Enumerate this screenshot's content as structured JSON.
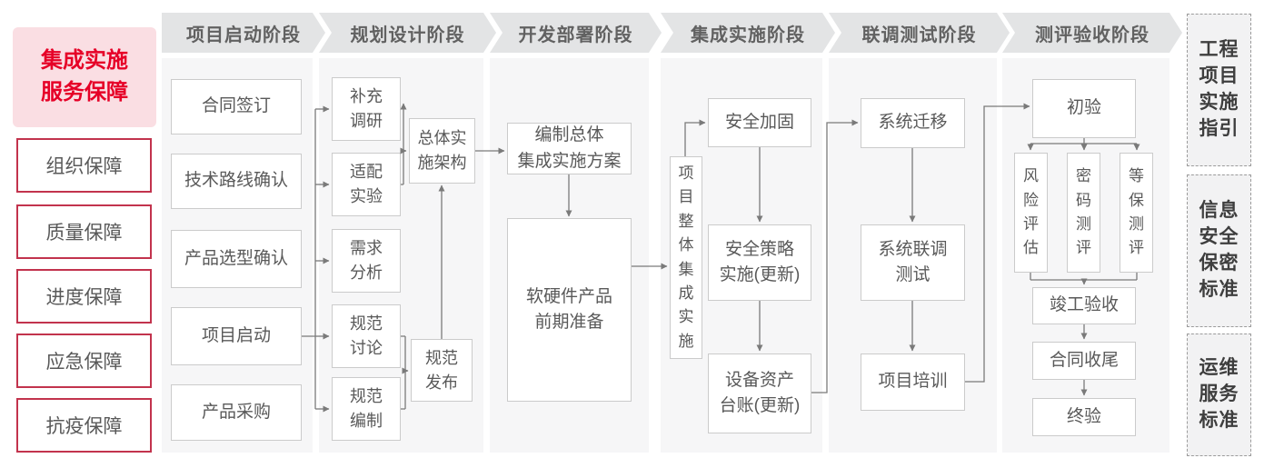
{
  "legend": {
    "title_lines": [
      "集成实施",
      "服务保障"
    ],
    "items": [
      "组织保障",
      "质量保障",
      "进度保障",
      "应急保障",
      "抗疫保障"
    ]
  },
  "phases": [
    {
      "title": "项目启动阶段",
      "boxes": [
        {
          "label": "合同签订"
        },
        {
          "label": "技术路线确认"
        },
        {
          "label": "产品选型确认"
        },
        {
          "label": "项目启动"
        },
        {
          "label": "产品采购"
        }
      ]
    },
    {
      "title": "规划设计阶段",
      "boxes": [
        {
          "lines": [
            "补充",
            "调研"
          ]
        },
        {
          "lines": [
            "适配",
            "实验"
          ]
        },
        {
          "lines": [
            "需求",
            "分析"
          ]
        },
        {
          "lines": [
            "规范",
            "讨论"
          ]
        },
        {
          "lines": [
            "规范",
            "编制"
          ]
        },
        {
          "lines": [
            "总体实",
            "施架构"
          ]
        },
        {
          "lines": [
            "规范",
            "发布"
          ]
        }
      ]
    },
    {
      "title": "开发部署阶段",
      "boxes": [
        {
          "lines": [
            "编制总体",
            "集成实施方案"
          ]
        },
        {
          "lines": [
            "软硬件产品",
            "前期准备"
          ]
        }
      ]
    },
    {
      "title": "集成实施阶段",
      "boxes": [
        {
          "label": "项目整体集成实施"
        },
        {
          "label": "安全加固"
        },
        {
          "lines": [
            "安全策略",
            "实施(更新)"
          ]
        },
        {
          "lines": [
            "设备资产",
            "台账(更新)"
          ]
        }
      ]
    },
    {
      "title": "联调测试阶段",
      "boxes": [
        {
          "label": "系统迁移"
        },
        {
          "lines": [
            "系统联调",
            "测试"
          ]
        },
        {
          "label": "项目培训"
        }
      ]
    },
    {
      "title": "测评验收阶段",
      "boxes": [
        {
          "label": "初验"
        },
        {
          "label": "风险评估"
        },
        {
          "label": "密码测评"
        },
        {
          "label": "等保测评"
        },
        {
          "label": "竣工验收"
        },
        {
          "label": "合同收尾"
        },
        {
          "label": "终验"
        }
      ]
    }
  ],
  "standards": [
    {
      "label": "工程项目实施指引"
    },
    {
      "label": "信息安全保密标准"
    },
    {
      "label": "运维服务标准"
    }
  ],
  "colors": {
    "accent_red": "#e60027",
    "border_red": "#c2334d",
    "pink_bg": "#fadee3",
    "header_bg": "#e3e4e5",
    "column_bg": "#f6f6f7",
    "box_border": "#cbcbcb",
    "text_gray": "#595959",
    "arrow": "#7a7a7a"
  }
}
